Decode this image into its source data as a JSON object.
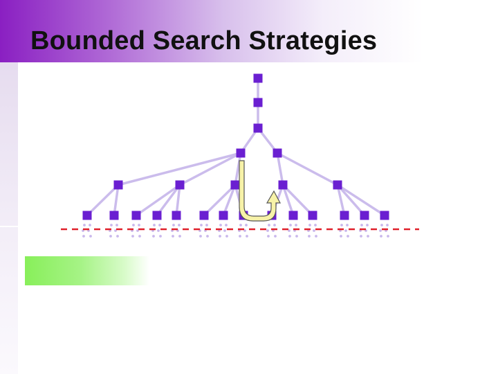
{
  "slide": {
    "title": "Bounded Search Strategies"
  },
  "colors": {
    "title_gradient_start": "#8a1fc2",
    "node_fill": "#6a1fd1",
    "edge": "#cbbcec",
    "depth_bound_line": "#e0202a",
    "ghost_nodes": "#c9b8ec",
    "backtrack_arrow_fill": "#f7f2a8",
    "accent_bar": "#88ef5a"
  },
  "diagram": {
    "type": "search-tree",
    "depth_bound_style": "dashed",
    "backtrack_arrow_icon": "u-turn-arrow-icon"
  }
}
